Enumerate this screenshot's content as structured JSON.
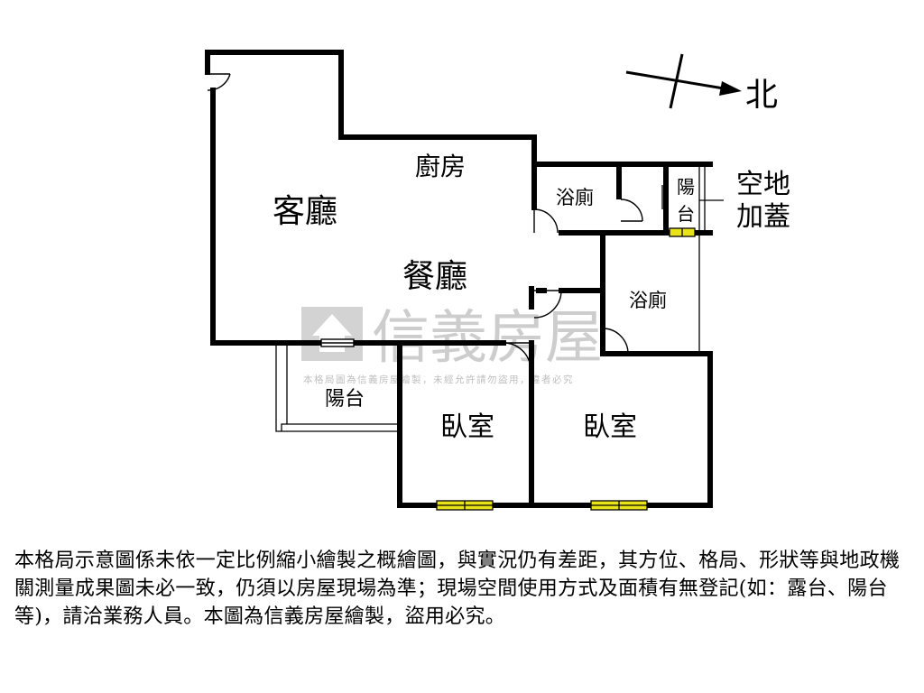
{
  "compass": {
    "label": "北"
  },
  "rooms": {
    "living_room": "客廳",
    "kitchen": "廚房",
    "dining_room": "餐廳",
    "bathroom_1": "浴廁",
    "bathroom_2": "浴廁",
    "balcony_small": "陽台",
    "balcony_main": "陽台",
    "bedroom_1": "臥室",
    "bedroom_2": "臥室"
  },
  "annotations": {
    "extension_line1": "空地",
    "extension_line2": "加蓋"
  },
  "watermark": {
    "brand": "信義房屋",
    "notice": "本格局圖為信義房屋繪製，未經允許請勿盜用，違者必究"
  },
  "colors": {
    "wall": "#000000",
    "window": "#e8e31a",
    "watermark": "#c8c8c8"
  },
  "disclaimer": "本格局示意圖係未依一定比例縮小繪製之概繪圖，與實況仍有差距，其方位、格局、形狀等與地政機關測量成果圖未必一致，仍須以房屋現場為準；現場空間使用方式及面積有無登記(如：露台、陽台等)，請洽業務人員。本圖為信義房屋繪製，盜用必究。"
}
